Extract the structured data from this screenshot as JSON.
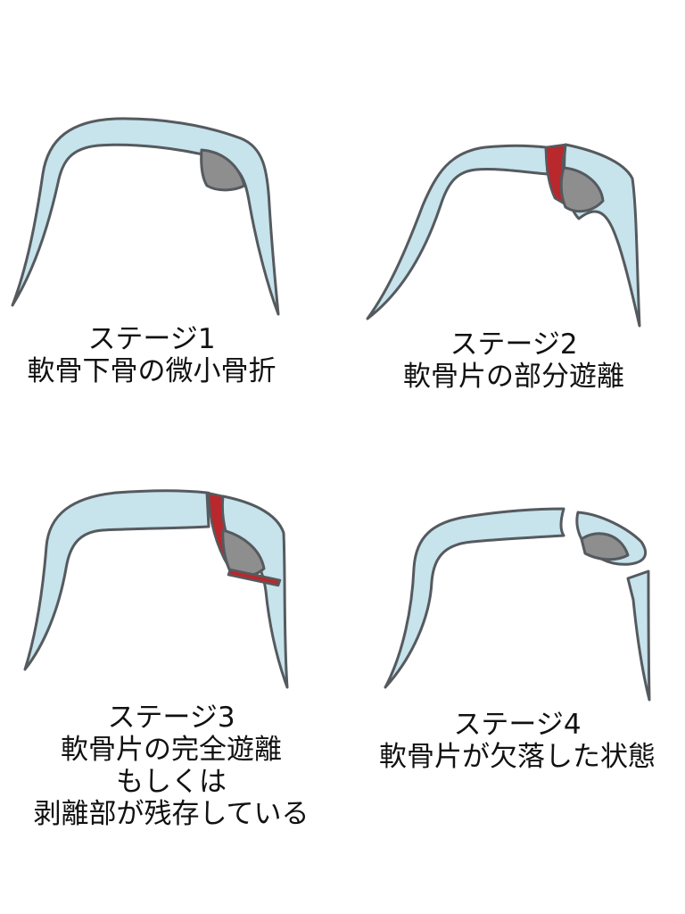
{
  "colors": {
    "cartilage": "#c7e3ec",
    "outline": "#555a5e",
    "bone_lesion": "#8e8e8e",
    "fracture_red": "#b8282c",
    "background": "#ffffff"
  },
  "stages": [
    {
      "title": "ステージ1",
      "desc": [
        "軟骨下骨の微小骨折"
      ]
    },
    {
      "title": "ステージ2",
      "desc": [
        "軟骨片の部分遊離"
      ]
    },
    {
      "title": "ステージ3",
      "desc": [
        "軟骨片の完全遊離",
        "もしくは",
        "剥離部が残存している"
      ]
    },
    {
      "title": "ステージ4",
      "desc": [
        "軟骨片が欠落した状態"
      ]
    }
  ]
}
